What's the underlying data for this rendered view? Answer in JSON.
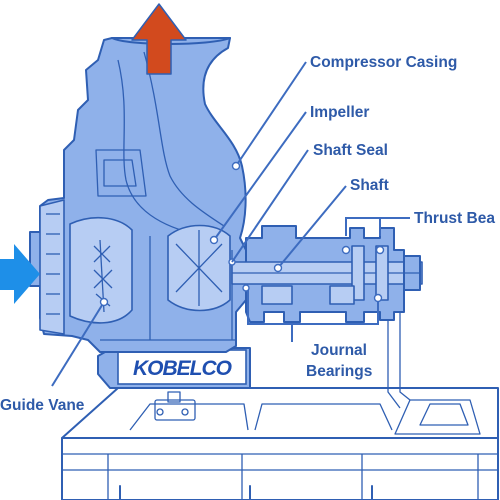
{
  "labels": {
    "compressor_casing": "Compressor Casing",
    "impeller": "Impeller",
    "shaft_seal": "Shaft Seal",
    "shaft": "Shaft",
    "thrust_bearing": "Thrust Bea",
    "journal_line1": "Journal",
    "journal_line2": "Bearings",
    "guide_vane": "Guide Vane"
  },
  "logo": {
    "text": "KOBELCO"
  },
  "colors": {
    "label_text": "#2e5aa8",
    "casing_fill": "#8fb1ea",
    "casing_stroke": "#2f5fb3",
    "outflow_arrow": "#d24a1e",
    "inflow_arrow": "#1e8fe8",
    "logo_text": "#1f4fb0",
    "background": "#ffffff"
  },
  "icons": {
    "outflow": "arrow-up-icon",
    "inflow": "arrow-right-icon"
  }
}
